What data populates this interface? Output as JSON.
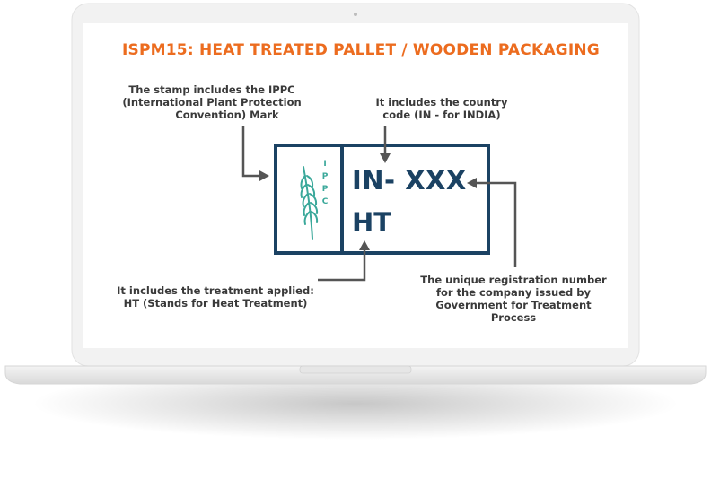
{
  "title": "ISPM15: HEAT TREATED PALLET / WOODEN PACKAGING",
  "stamp": {
    "logo_letters": [
      "I",
      "P",
      "P",
      "C"
    ],
    "country_code_line": "IN- XXX",
    "treatment_line": "HT"
  },
  "annotations": {
    "ippc_mark": [
      "The stamp includes the IPPC",
      "(International Plant Protection",
      "Convention) Mark"
    ],
    "country_code": [
      "It includes the country",
      "code (IN - for INDIA)"
    ],
    "treatment": [
      "It includes the treatment applied:",
      "HT (Stands for Heat Treatment)"
    ],
    "registration": [
      "The unique registration number",
      "for the company issued by",
      "Government for Treatment",
      "Process"
    ]
  },
  "colors": {
    "title": "#ec6c1f",
    "stamp_border": "#1b4263",
    "logo": "#3aa89a",
    "annotation_text": "#3a3a3a",
    "arrow": "#555555"
  }
}
